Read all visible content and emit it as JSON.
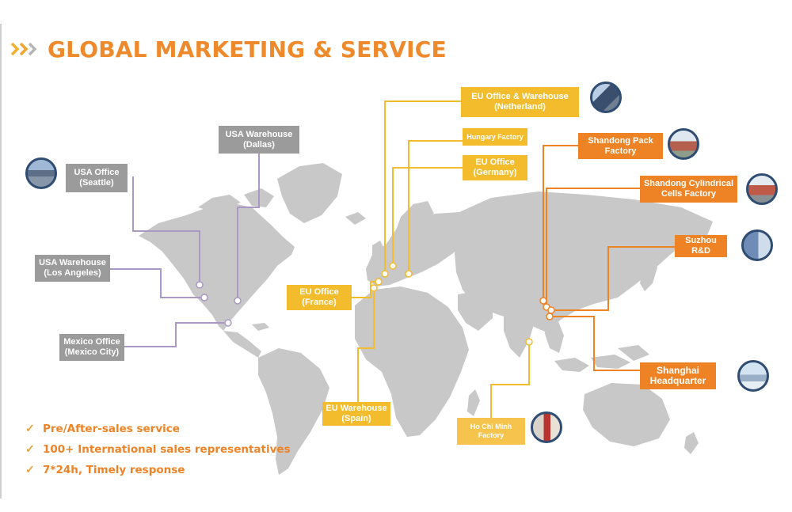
{
  "header": {
    "title": "GLOBAL MARKETING & SERVICE"
  },
  "colors": {
    "accent": "#ef8a2c",
    "americas": "#9b9b9b",
    "europe": "#f3bc2c",
    "asia": "#ee8326",
    "americas_line": "#a999c4",
    "map_land": "#c8c8c8"
  },
  "locations": {
    "usa_office": {
      "line1": "USA Office",
      "line2": "(Seattle)"
    },
    "usa_warehouse_dallas": {
      "line1": "USA Warehouse",
      "line2": "(Dallas)"
    },
    "usa_warehouse_la": {
      "line1": "USA Warehouse",
      "line2": "(Los Angeles)"
    },
    "mexico_office": {
      "line1": "Mexico Office",
      "line2": "(Mexico City)"
    },
    "eu_office_warehouse": {
      "line1": "EU Office & Warehouse",
      "line2": "(Netherland)"
    },
    "hungary_factory": {
      "line1": "Hungary Factory"
    },
    "eu_office_germany": {
      "line1": "EU Office",
      "line2": "(Germany)"
    },
    "eu_office_france": {
      "line1": "EU Office",
      "line2": "(France)"
    },
    "eu_warehouse_spain": {
      "line1": "EU Warehouse",
      "line2": "(Spain)"
    },
    "shandong_pack": {
      "line1": "Shandong Pack",
      "line2": "Factory"
    },
    "shandong_cells": {
      "line1": "Shandong Cylindrical",
      "line2": "Cells Factory"
    },
    "suzhou": {
      "line1": "Suzhou",
      "line2": "R&D"
    },
    "shanghai": {
      "line1": "Shanghai",
      "line2": "Headquarter"
    },
    "hochiminh": {
      "line1": "Ho Chi Minh",
      "line2": "Factory"
    }
  },
  "features": [
    "Pre/After-sales service",
    "100+ International sales representatives",
    "7*24h, Timely response"
  ]
}
